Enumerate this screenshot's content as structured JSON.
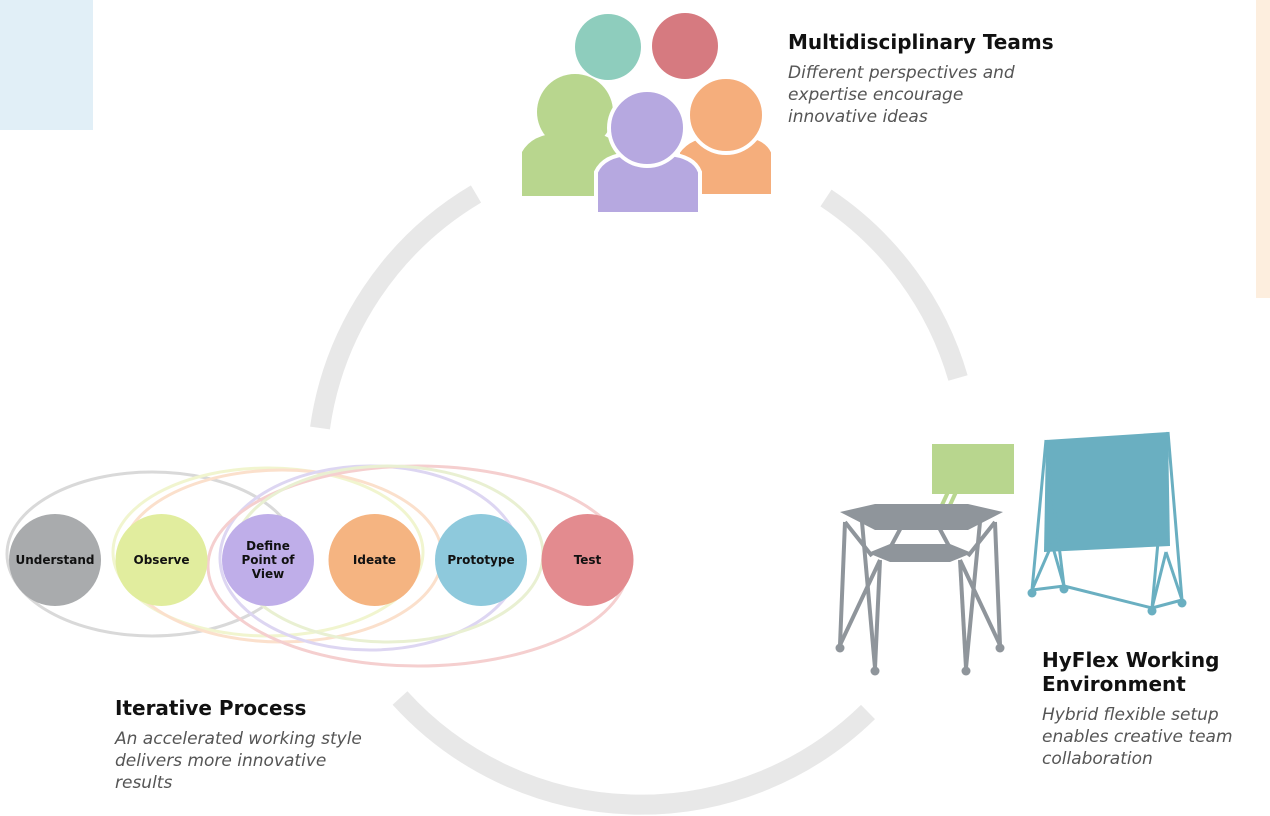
{
  "colors": {
    "ring": "#e8e8e8",
    "corner_blue": "#e1eff7",
    "corner_peach": "#fdeede",
    "person_teal": "#8ecdbd",
    "person_red": "#d67a80",
    "person_green": "#b8d68e",
    "person_purple": "#b6a8e0",
    "person_orange": "#f5ae7c",
    "furniture_grey": "#8f959b",
    "furniture_green": "#b8d68e",
    "board_blue": "#6aafc1"
  },
  "teams": {
    "title": "Multidisciplinary Teams",
    "description": "Different perspectives and expertise encourage innovative ideas"
  },
  "process": {
    "title": "Iterative Process",
    "description": "An accelerated working style delivers more innovative results",
    "steps": [
      {
        "label": "Understand",
        "lines": [
          "Understand"
        ],
        "color": "#a9abad"
      },
      {
        "label": "Observe",
        "lines": [
          "Observe"
        ],
        "color": "#e1ed9e"
      },
      {
        "label": "Define Point of View",
        "lines": [
          "Define",
          "Point of",
          "View"
        ],
        "color": "#bfaee9"
      },
      {
        "label": "Ideate",
        "lines": [
          "Ideate"
        ],
        "color": "#f5b481"
      },
      {
        "label": "Prototype",
        "lines": [
          "Prototype"
        ],
        "color": "#8ec9dc"
      },
      {
        "label": "Test",
        "lines": [
          "Test"
        ],
        "color": "#e38b8f"
      }
    ]
  },
  "environment": {
    "title": "HyFlex Working Environment",
    "description": "Hybrid flexible setup enables creative team collaboration"
  }
}
